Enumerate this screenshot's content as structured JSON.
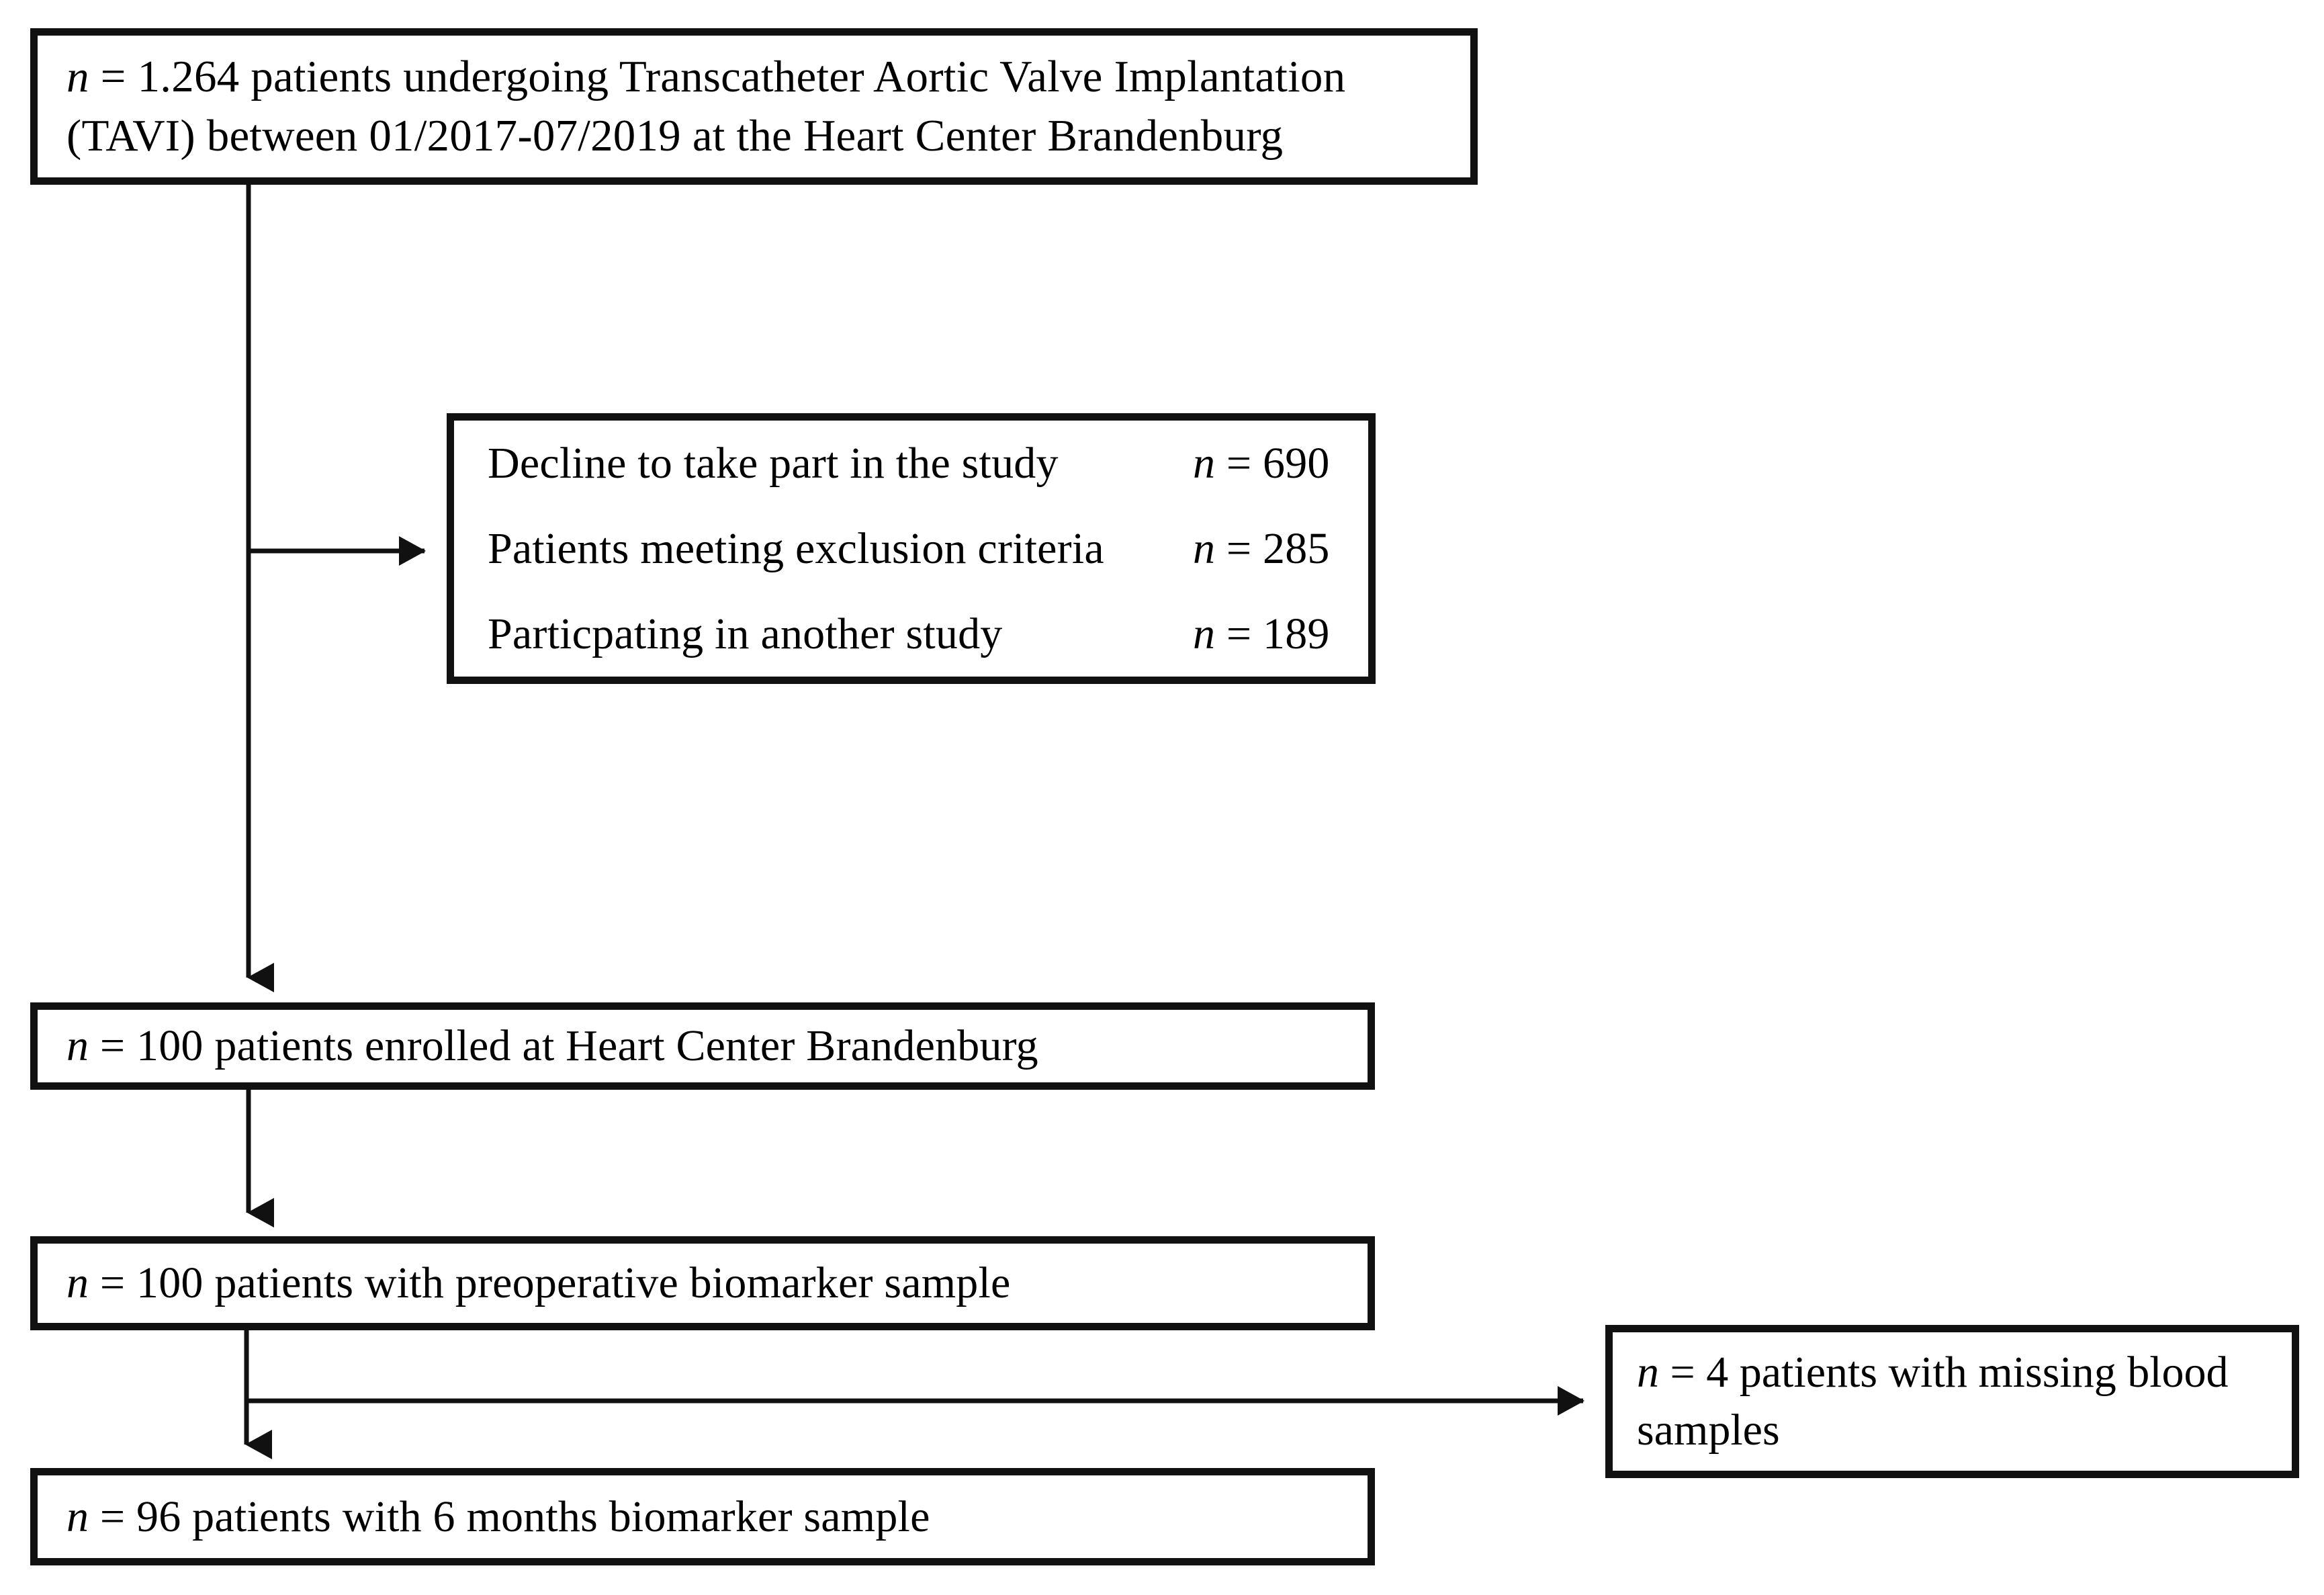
{
  "diagram": {
    "title": "Patient enrollment flow chart",
    "type": "flowchart",
    "background_color": "#ffffff",
    "stroke_color": "#111111",
    "text_color": "#000000"
  },
  "nodes": {
    "screened": {
      "line1": "n = 1.264 patients undergoing Transcatheter Aortic Valve Implantation",
      "line2": "(TAVI) between 01/2017-07/2019 at the Heart Center Brandenburg",
      "line1_prefix_italic": "n",
      "line1_rest": " = 1.264 patients undergoing Transcatheter Aortic Valve Implantation"
    },
    "excluded": {
      "rows": [
        {
          "label": "Decline to take part in the study",
          "count_italic": "n",
          "count_rest": " = 690"
        },
        {
          "label": "Patients meeting exclusion criteria",
          "count_italic": "n",
          "count_rest": " = 285"
        },
        {
          "label": "Particpating in another study",
          "count_italic": "n",
          "count_rest": " = 189"
        }
      ]
    },
    "enrolled": {
      "prefix_italic": "n",
      "text": " = 100 patients enrolled at Heart Center Brandenburg"
    },
    "preoperative": {
      "prefix_italic": "n",
      "text": " = 100 patients with preoperative biomarker sample"
    },
    "missing_samples": {
      "prefix_italic": "n",
      "text": " = 4 patients with missing blood samples"
    },
    "six_month": {
      "prefix_italic": "n",
      "text": " = 96 patients with 6 months biomarker sample"
    }
  },
  "connectors": [
    {
      "name": "screened-to-enrolled",
      "kind": "vertical-arrow"
    },
    {
      "name": "screened-to-excluded",
      "kind": "horizontal-arrow"
    },
    {
      "name": "enrolled-to-preoperative",
      "kind": "vertical-arrow"
    },
    {
      "name": "preoperative-to-sixmonth",
      "kind": "vertical-arrow"
    },
    {
      "name": "preoperative-to-missing",
      "kind": "horizontal-arrow"
    }
  ]
}
